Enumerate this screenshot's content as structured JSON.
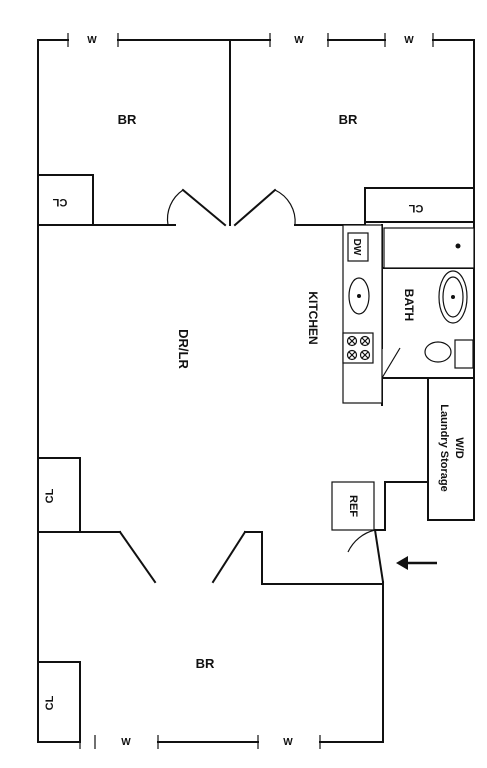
{
  "rooms": {
    "br_top_left": "BR",
    "br_top_right": "BR",
    "dr_lr": "DR/LR",
    "kitchen": "KITCHEN",
    "bath": "BATH",
    "wd_line1": "W/D",
    "wd_line2": "Laundry Storage",
    "br_bottom": "BR"
  },
  "closets": {
    "cl_top_left": "CL",
    "cl_top_right": "CL",
    "cl_mid_left": "CL",
    "cl_bottom_left": "CL"
  },
  "appliances": {
    "dishwasher": "DW",
    "refrigerator": "REF"
  },
  "windows": {
    "top_1": "W",
    "top_2": "W",
    "top_3": "W",
    "bottom_1": "W",
    "bottom_2": "W"
  }
}
